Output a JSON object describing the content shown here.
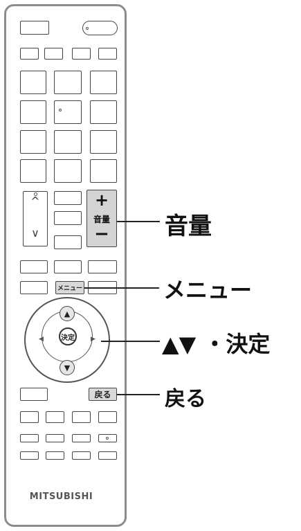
{
  "remote": {
    "brand": "MITSUBISHI",
    "volume_plus": "+",
    "volume_label": "音量",
    "volume_minus": "−",
    "channel_up": "^",
    "channel_down": "∨",
    "menu_button": "メニュー",
    "ok_button": "決定",
    "back_button": "戻る",
    "up_glyph": "▲",
    "down_glyph": "▼",
    "left_glyph": "◀",
    "right_glyph": "▶"
  },
  "callouts": {
    "volume": "音量",
    "menu": "メニュー",
    "arrows_ok": "▲▼ ・決定",
    "back": "戻る"
  }
}
